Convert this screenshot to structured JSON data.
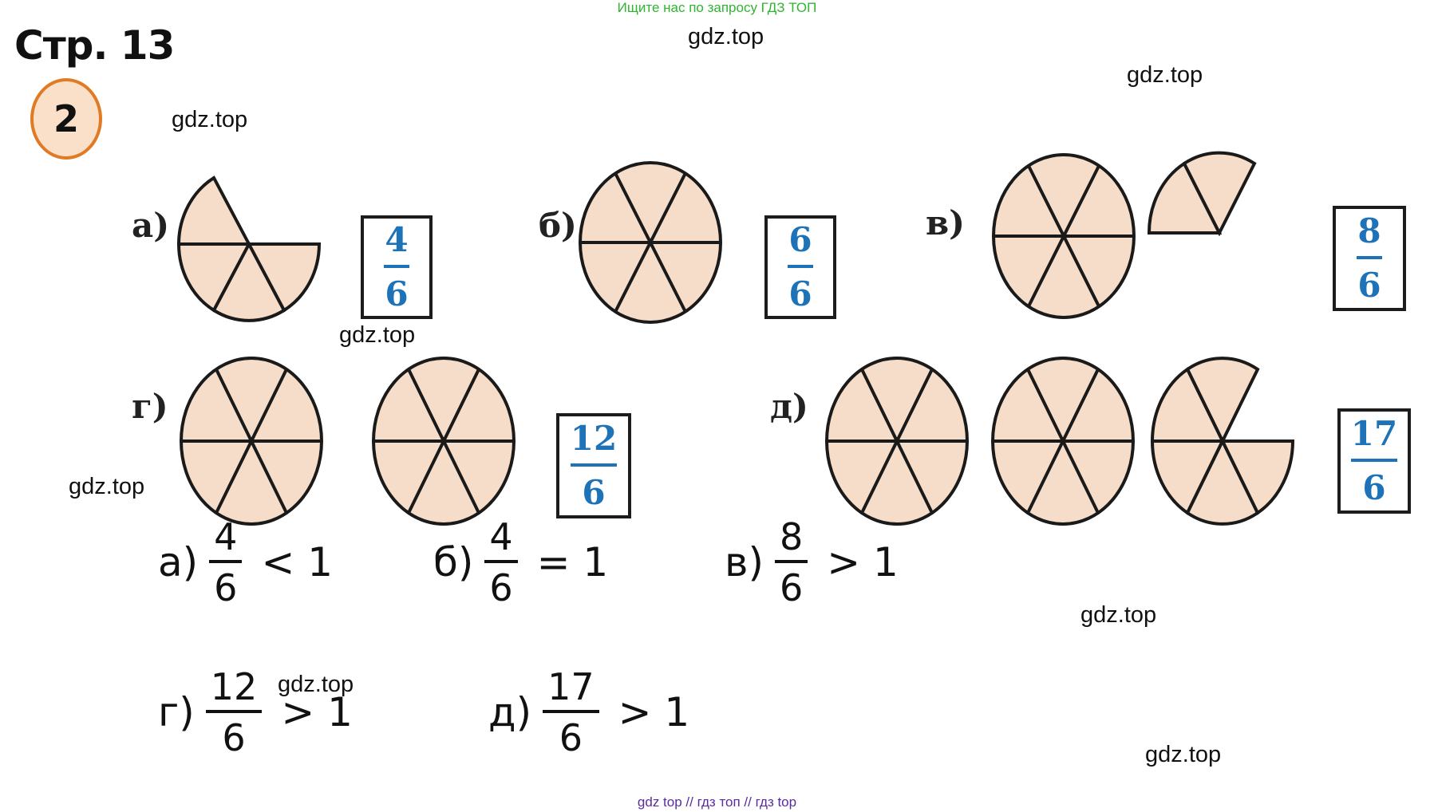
{
  "header": {
    "banner": "Ищите нас по запросу ГДЗ ТОП",
    "page_title": "Стр. 13",
    "task_number": "2"
  },
  "watermarks": [
    "gdz.top",
    "gdz.top",
    "gdz.top",
    "gdz.top",
    "gdz.top",
    "gdz.top",
    "gdz.top",
    "gdz.top"
  ],
  "figures": [
    {
      "label": "а)",
      "numerator": "4",
      "denominator": "6"
    },
    {
      "label": "б)",
      "numerator": "6",
      "denominator": "6"
    },
    {
      "label": "в)",
      "numerator": "8",
      "denominator": "6"
    },
    {
      "label": "г)",
      "numerator": "12",
      "denominator": "6"
    },
    {
      "label": "д)",
      "numerator": "17",
      "denominator": "6"
    }
  ],
  "answers": [
    {
      "label": "а)",
      "numerator": "4",
      "denominator": "6",
      "relation": "< 1"
    },
    {
      "label": "б)",
      "numerator": "4",
      "denominator": "6",
      "relation": "= 1"
    },
    {
      "label": "в)",
      "numerator": "8",
      "denominator": "6",
      "relation": "> 1"
    },
    {
      "label": "г)",
      "numerator": "12",
      "denominator": "6",
      "relation": "> 1"
    },
    {
      "label": "д)",
      "numerator": "17",
      "denominator": "6",
      "relation": "> 1"
    }
  ],
  "colors": {
    "pie_fill": "#f5ddc9",
    "pie_stroke": "#1a1a1a",
    "fraction_blue": "#1e73b8",
    "badge_ring": "#e07a24"
  },
  "footer": {
    "banner": "gdz top  //  гдз топ  //  гдз top"
  }
}
